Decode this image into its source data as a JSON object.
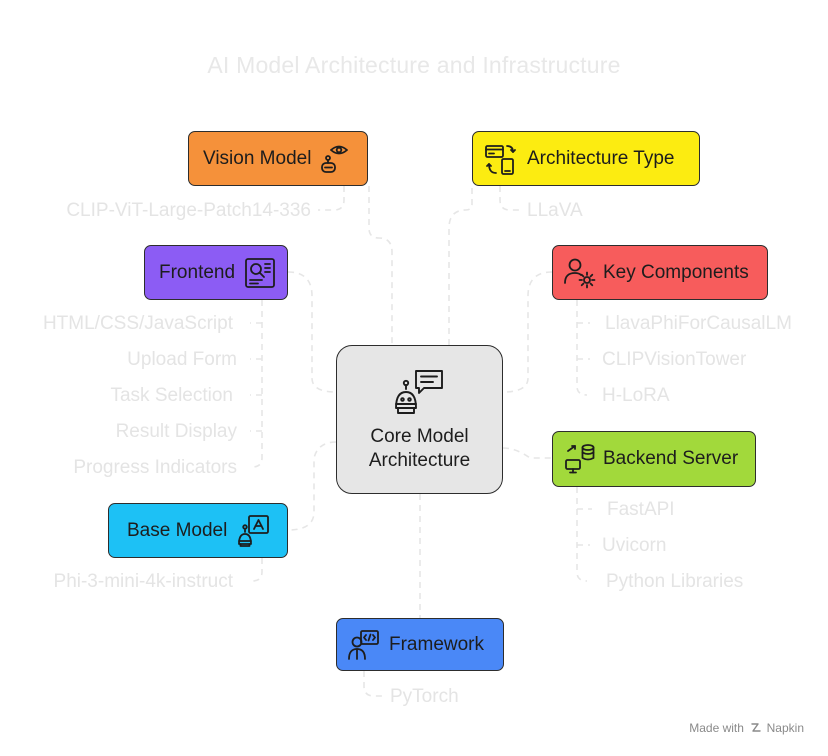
{
  "title": "AI Model Architecture and Infrastructure",
  "center": {
    "line1": "Core Model",
    "line2": "Architecture",
    "icon": "robot-chat-icon"
  },
  "nodes": {
    "vision_model": {
      "label": "Vision Model",
      "color": "#f5913a",
      "icon": "robot-eye-icon",
      "items": [
        "CLIP-ViT-Large-Patch14-336"
      ]
    },
    "architecture_type": {
      "label": "Architecture Type",
      "color": "#fcec11",
      "icon": "devices-sync-icon",
      "items": [
        "LLaVA"
      ]
    },
    "frontend": {
      "label": "Frontend",
      "color": "#8c5cf4",
      "icon": "ui-layout-icon",
      "items": [
        "HTML/CSS/JavaScript",
        "Upload Form",
        "Task Selection",
        "Result Display",
        "Progress Indicators"
      ]
    },
    "key_components": {
      "label": "Key Components",
      "color": "#f75c5c",
      "icon": "user-gear-icon",
      "items": [
        "LlavaPhiForCausalLM",
        "CLIPVisionTower",
        "H-LoRA"
      ]
    },
    "backend_server": {
      "label": "Backend Server",
      "color": "#a2d93b",
      "icon": "server-database-icon",
      "items": [
        "FastAPI",
        "Uvicorn",
        "Python Libraries"
      ]
    },
    "base_model": {
      "label": "Base Model",
      "color": "#1dc1f5",
      "icon": "robot-image-icon",
      "items": [
        "Phi-3-mini-4k-instruct"
      ]
    },
    "framework": {
      "label": "Framework",
      "color": "#4a88f7",
      "icon": "developer-code-icon",
      "items": [
        "PyTorch"
      ]
    }
  },
  "watermark": {
    "prefix": "Made with",
    "brand": "Napkin"
  }
}
